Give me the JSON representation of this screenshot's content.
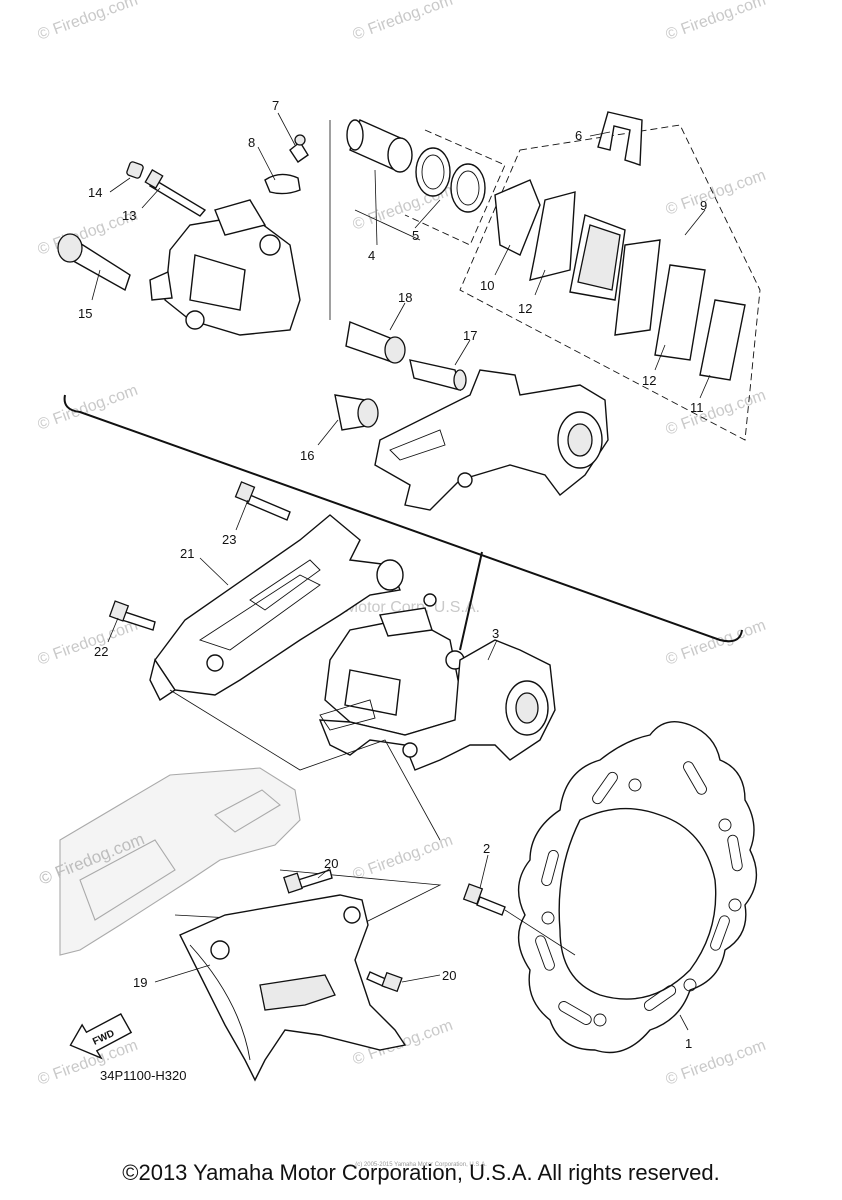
{
  "watermarks": {
    "small": "© Firedog.com",
    "large": "© Firedog.com",
    "center": "Yamaha Motor Corp, U.S.A."
  },
  "callouts": {
    "c1": "1",
    "c2": "2",
    "c3": "3",
    "c4": "4",
    "c5": "5",
    "c6": "6",
    "c7": "7",
    "c8": "8",
    "c9": "9",
    "c10": "10",
    "c11": "11",
    "c12a": "12",
    "c12b": "12",
    "c13": "13",
    "c14": "14",
    "c15": "15",
    "c16": "16",
    "c17": "17",
    "c18": "18",
    "c19": "19",
    "c20a": "20",
    "c20b": "20",
    "c21": "21",
    "c22": "22",
    "c23": "23"
  },
  "fwd_label": "FWD",
  "diagram_code": "34P1100-H320",
  "fine_print": "(c) 2005-2015 Yamaha Motor Corporation, U.S.A.",
  "copyright": "©2013 Yamaha Motor Corporation, U.S.A. All rights reserved."
}
